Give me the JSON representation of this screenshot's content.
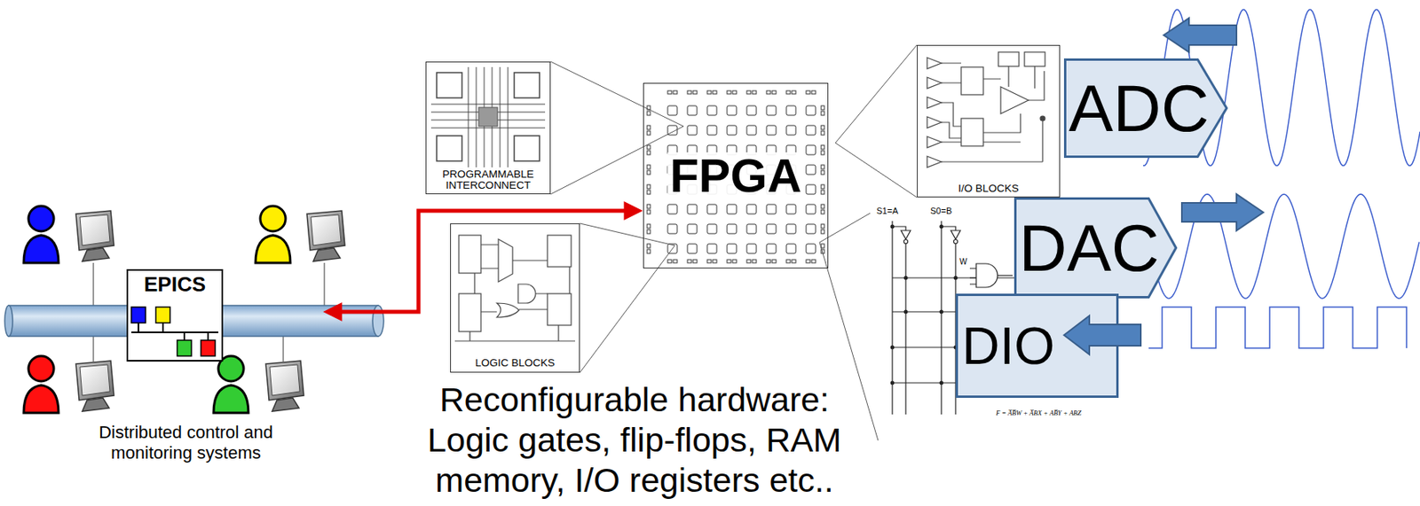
{
  "diagram": {
    "nodes": [
      {
        "text": [
          "Distributed control and monitoring systems"
        ]
      },
      {
        "text": [
          "EPICS"
        ],
        "in": 0
      },
      {
        "text": [
          "PROGRAMMABLE INTERCONNECT"
        ]
      },
      {
        "text": [
          "LOGIC BLOCKS"
        ]
      },
      {
        "text": [
          "FPGA"
        ]
      },
      {
        "text": [
          "I/O BLOCKS"
        ]
      },
      {
        "text": [
          "ADC"
        ]
      },
      {
        "text": [
          "DAC"
        ]
      },
      {
        "text": [
          "DIO"
        ]
      }
    ],
    "edges": [
      {
        "from": 0,
        "to": 4,
        "arrow": "both"
      },
      {
        "from": 4,
        "to": 2,
        "arrow": "none"
      },
      {
        "from": 4,
        "to": 3,
        "arrow": "none"
      },
      {
        "from": 4,
        "to": 5,
        "arrow": "none"
      }
    ],
    "labels": [
      "Reconfigurable hardware: Logic gates, flip-flops, RAM memory, I/O registers etc..",
      "S1=A",
      "S0=B",
      "W",
      "F = A̅B̅W + A̅BX + AB̅Y + ABZ"
    ]
  }
}
